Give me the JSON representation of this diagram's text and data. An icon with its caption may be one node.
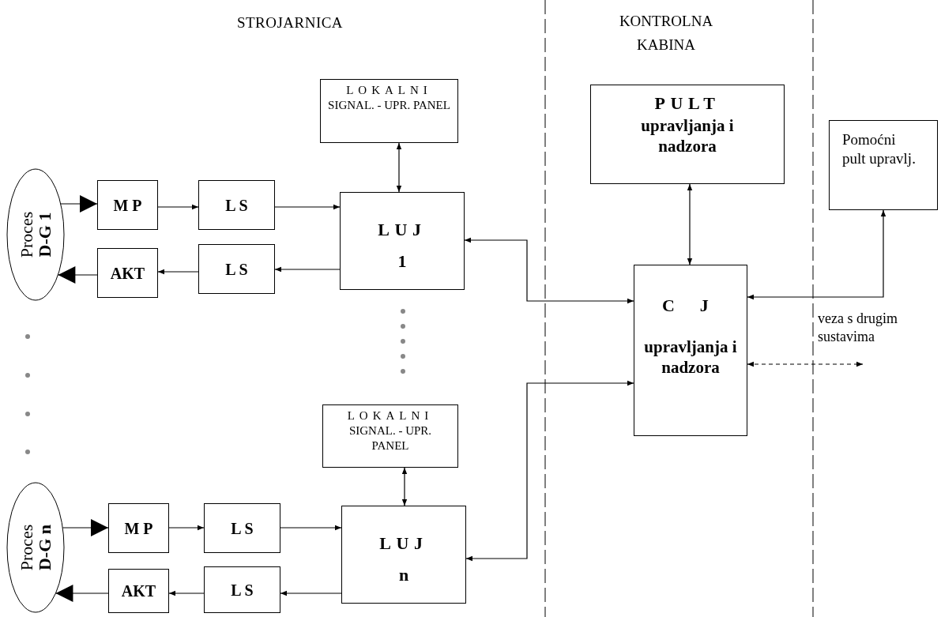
{
  "diagram": {
    "nodes": [
      {
        "text": [
          "Proces",
          "D-G 1"
        ]
      },
      {
        "text": [
          "M P"
        ]
      },
      {
        "text": [
          "L S"
        ]
      },
      {
        "text": [
          "AKT"
        ]
      },
      {
        "text": [
          "L S"
        ]
      },
      {
        "text": [
          "LOKALNI",
          "SIGNAL. - UPR. PANEL"
        ]
      },
      {
        "text": [
          "LUJ",
          "1"
        ]
      },
      {
        "text": [
          "Proces",
          "D-G n"
        ]
      },
      {
        "text": [
          "M P"
        ]
      },
      {
        "text": [
          "L S"
        ]
      },
      {
        "text": [
          "AKT"
        ]
      },
      {
        "text": [
          "L S"
        ]
      },
      {
        "text": [
          "LOKALNI",
          "SIGNAL. - UPR. PANEL"
        ]
      },
      {
        "text": [
          "LUJ",
          "n"
        ]
      },
      {
        "text": [
          "PULT",
          "upravljanja i nadzora"
        ]
      },
      {
        "text": [
          "Pomoćni pult upravlj."
        ]
      },
      {
        "text": [
          "C J",
          "upravljanja i nadzora"
        ]
      }
    ],
    "edges": [
      {
        "from": 0,
        "to": 1,
        "arrow": "to"
      },
      {
        "from": 1,
        "to": 2,
        "arrow": "to"
      },
      {
        "from": 2,
        "to": 6,
        "arrow": "to"
      },
      {
        "from": 6,
        "to": 4,
        "arrow": "to"
      },
      {
        "from": 4,
        "to": 3,
        "arrow": "to"
      },
      {
        "from": 3,
        "to": 0,
        "arrow": "to"
      },
      {
        "from": 5,
        "to": 6,
        "arrow": "both"
      },
      {
        "from": 7,
        "to": 8,
        "arrow": "to"
      },
      {
        "from": 8,
        "to": 9,
        "arrow": "to"
      },
      {
        "from": 9,
        "to": 13,
        "arrow": "to"
      },
      {
        "from": 13,
        "to": 11,
        "arrow": "to"
      },
      {
        "from": 11,
        "to": 10,
        "arrow": "to"
      },
      {
        "from": 10,
        "to": 7,
        "arrow": "to"
      },
      {
        "from": 12,
        "to": 13,
        "arrow": "both"
      },
      {
        "from": 6,
        "to": 16,
        "arrow": "both"
      },
      {
        "from": 13,
        "to": 16,
        "arrow": "both"
      },
      {
        "from": 14,
        "to": 16,
        "arrow": "both"
      },
      {
        "from": 16,
        "to": 15,
        "arrow": "both"
      },
      {
        "from": 16,
        "to": null,
        "arrow": "both",
        "style": "dashed",
        "label": "veza s drugim sustavima"
      }
    ],
    "labels": [
      "STROJARNICA",
      "KONTROLNA KABINA"
    ]
  }
}
